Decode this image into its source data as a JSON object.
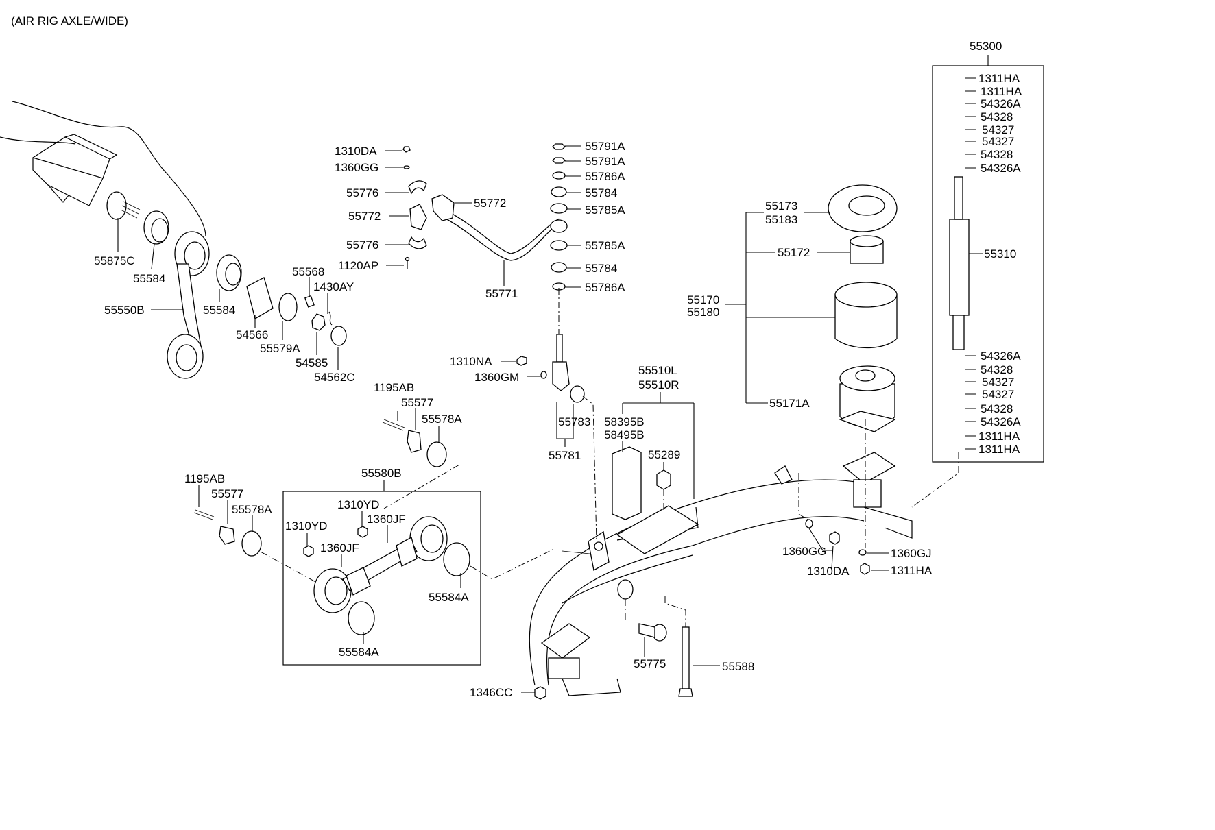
{
  "title": "(AIR RIG AXLE/WIDE)",
  "labels": {
    "l55300": "55300",
    "l1311HA_1": "1311HA",
    "l1311HA_2": "1311HA",
    "l54326A_1": "54326A",
    "l54328_1": "54328",
    "l54327_1": "54327",
    "l54327_2": "54327",
    "l54328_2": "54328",
    "l54326A_2": "54326A",
    "l55310": "55310",
    "l54326A_3": "54326A",
    "l54328_3": "54328",
    "l54327_3": "54327",
    "l54327_4": "54327",
    "l54328_4": "54328",
    "l54326A_4": "54326A",
    "l1311HA_3": "1311HA",
    "l1311HA_4": "1311HA",
    "l55173": "55173",
    "l55183": "55183",
    "l55172": "55172",
    "l55170": "55170",
    "l55180": "55180",
    "l55171A": "55171A",
    "l55791A_1": "55791A",
    "l55791A_2": "55791A",
    "l55786A_1": "55786A",
    "l55784_1": "55784",
    "l55785A_1": "55785A",
    "l55785A_2": "55785A",
    "l55784_2": "55784",
    "l55786A_2": "55786A",
    "l1310DA_1": "1310DA",
    "l1360GG_1": "1360GG",
    "l55776_1": "55776",
    "l55772_1": "55772",
    "l55772_2": "55772",
    "l55776_2": "55776",
    "l1120AP": "1120AP",
    "l55771": "55771",
    "l55875C": "55875C",
    "l55584_1": "55584",
    "l55550B": "55550B",
    "l55584_2": "55584",
    "l54566": "54566",
    "l55568": "55568",
    "l1430AY": "1430AY",
    "l55579A": "55579A",
    "l54585": "54585",
    "l54562C": "54562C",
    "l1310NA": "1310NA",
    "l1360GM": "1360GM",
    "l55783": "55783",
    "l55781": "55781",
    "l55510L": "55510L",
    "l55510R": "55510R",
    "l58395B": "58395B",
    "l58495B": "58495B",
    "l55289": "55289",
    "l1195AB_1": "1195AB",
    "l55577_1": "55577",
    "l55578A_1": "55578A",
    "l55580B": "55580B",
    "l1195AB_2": "1195AB",
    "l55577_2": "55577",
    "l55578A_2": "55578A",
    "l1310YD_1": "1310YD",
    "l1310YD_2": "1310YD",
    "l1360JF_1": "1360JF",
    "l1360JF_2": "1360JF",
    "l55584A_1": "55584A",
    "l55584A_2": "55584A",
    "l1360GG_2": "1360GG",
    "l1360GJ": "1360GJ",
    "l1310DA_2": "1310DA",
    "l1311HA_5": "1311HA",
    "l55775": "55775",
    "l55588": "55588",
    "l1346CC": "1346CC"
  }
}
